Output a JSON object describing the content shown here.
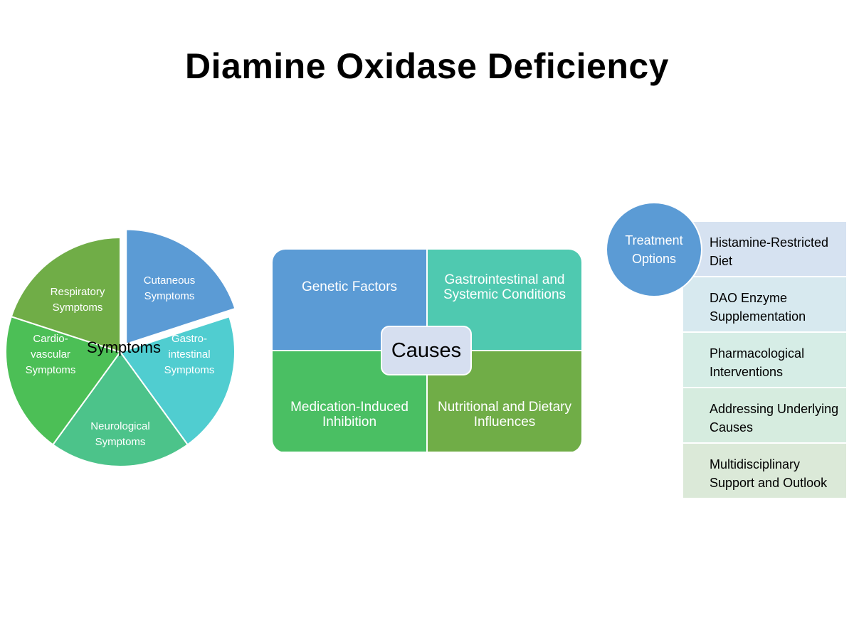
{
  "title": "Diamine Oxidase Deficiency",
  "symptoms": {
    "center_label": "Symptoms",
    "segments": [
      {
        "line1": "Cutaneous",
        "line2": "Symptoms",
        "line3": "",
        "color": "#5b9bd5"
      },
      {
        "line1": "Gastro-",
        "line2": "intestinal",
        "line3": "Symptoms",
        "color": "#50cdd0"
      },
      {
        "line1": "Neurological",
        "line2": "Symptoms",
        "line3": "",
        "color": "#4cc38a"
      },
      {
        "line1": "Cardio-",
        "line2": "vascular",
        "line3": "Symptoms",
        "color": "#4cbf56"
      },
      {
        "line1": "Respiratory",
        "line2": "Symptoms",
        "line3": "",
        "color": "#70ad47"
      }
    ]
  },
  "causes": {
    "center_label": "Causes",
    "top_left": "Genetic Factors",
    "top_right": "Gastrointestinal and Systemic Conditions",
    "bottom_left": "Medication-Induced Inhibition",
    "bottom_right": "Nutritional and Dietary Influences",
    "colors": {
      "top_left": "#5b9bd5",
      "top_right": "#4fc9b0",
      "bottom_left": "#4abf63",
      "bottom_right": "#70ad47"
    }
  },
  "treatment": {
    "header": "Treatment Options",
    "items": [
      {
        "label": "Histamine-Restricted Diet",
        "color": "#d6e2f1"
      },
      {
        "label": "DAO Enzyme Supplementation",
        "color": "#d7e9ef"
      },
      {
        "label": "Pharmacological Interventions",
        "color": "#d6ede6"
      },
      {
        "label": "Addressing Underlying Causes",
        "color": "#d6ecdf"
      },
      {
        "label": "Multidisciplinary Support and Outlook",
        "color": "#dbe9d8"
      }
    ]
  }
}
